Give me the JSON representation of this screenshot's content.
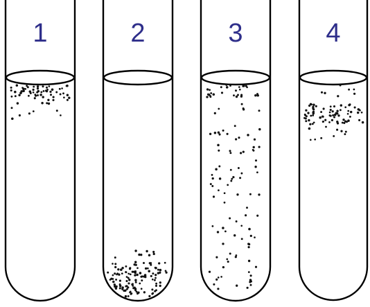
{
  "diagram": {
    "tubes": [
      {
        "label": "1"
      },
      {
        "label": "2"
      },
      {
        "label": "3"
      },
      {
        "label": "4"
      }
    ]
  }
}
